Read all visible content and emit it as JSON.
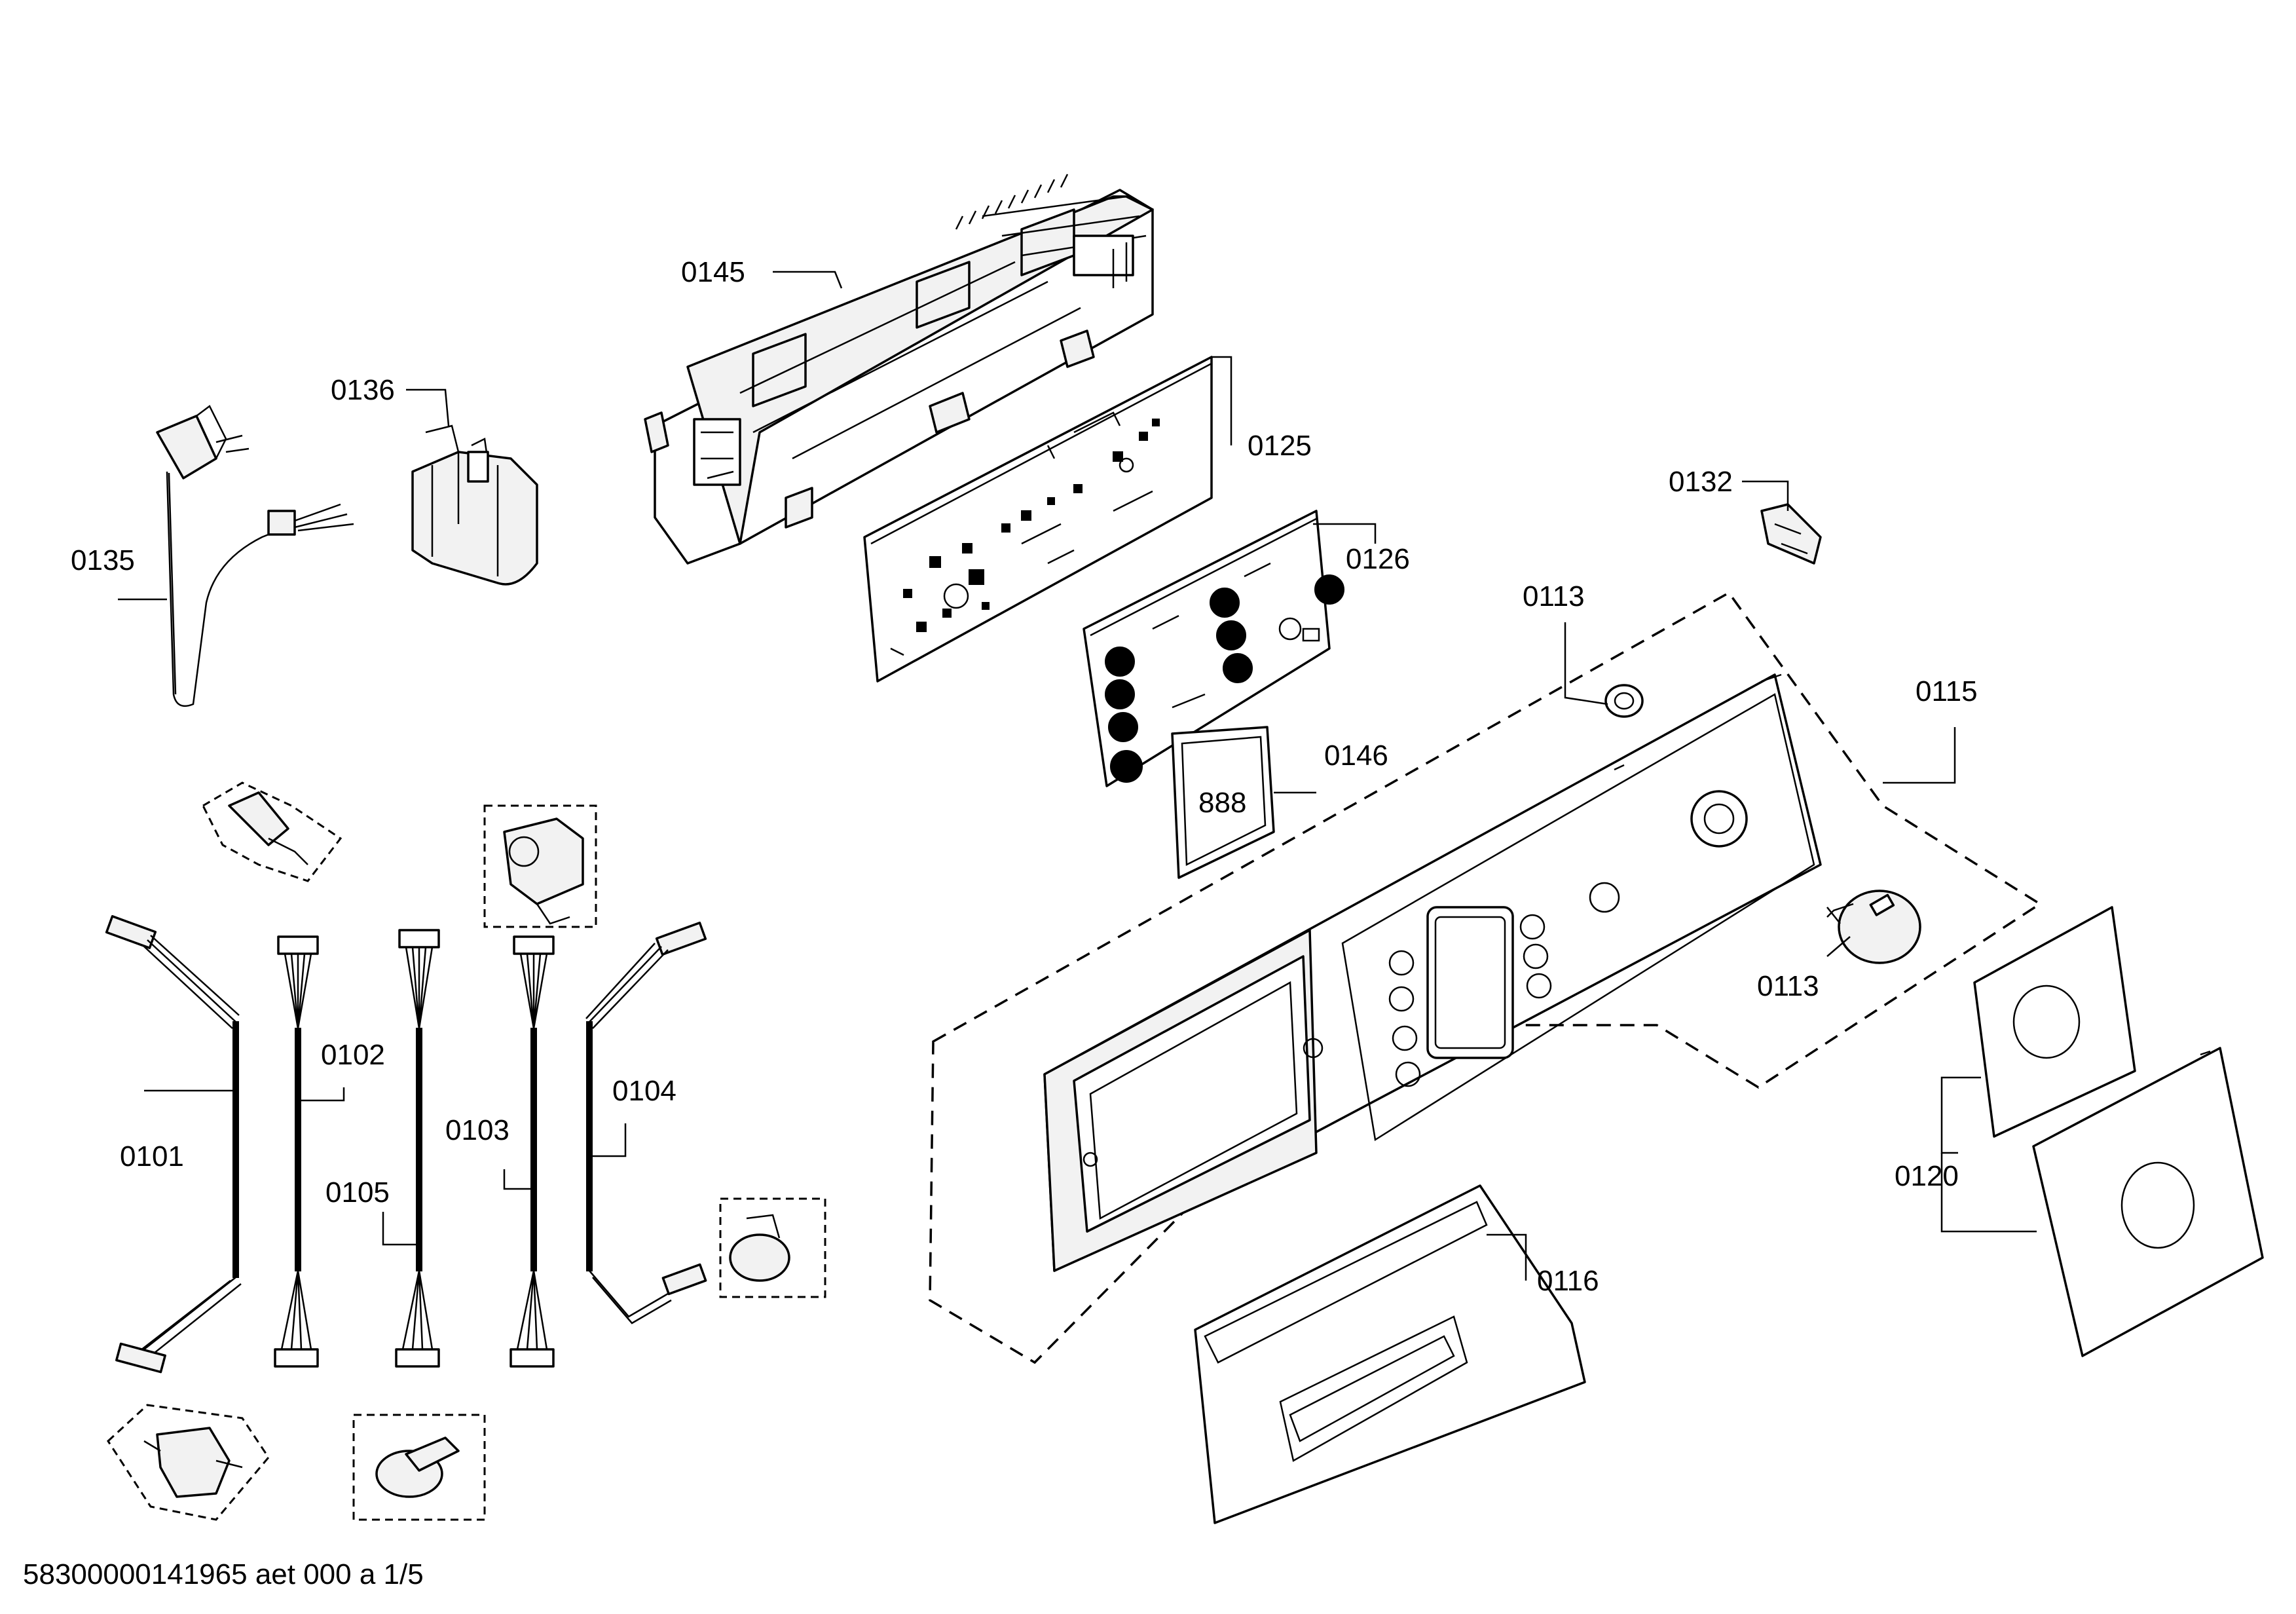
{
  "callouts": {
    "c0145": "0145",
    "c0136": "0136",
    "c0125": "0125",
    "c0135": "0135",
    "c0126": "0126",
    "c0132": "0132",
    "c0113_top": "0113",
    "c0115": "0115",
    "c0146": "0146",
    "c0113_knob": "0113",
    "c0102": "0102",
    "c0104": "0104",
    "c0101": "0101",
    "c0103": "0103",
    "c0105": "0105",
    "c0120": "0120",
    "c0116": "0116"
  },
  "display_readout": "888",
  "footer": "58300000141965 aet 000 a 1/5"
}
